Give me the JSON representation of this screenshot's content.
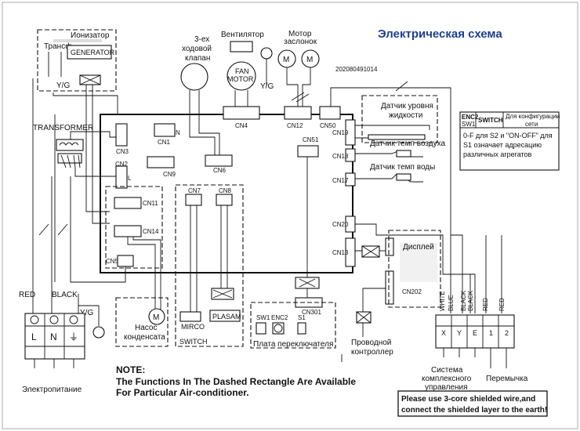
{
  "title": "Электрическая схема",
  "code": "202080491014",
  "labels": {
    "ionizer": "Ионизатор",
    "transf": "Трансф",
    "generator": "GENERATOR",
    "yg": "Y/G",
    "valve3": [
      "3-ех",
      "ходовой",
      "клапан"
    ],
    "fan": "Вентилятор",
    "fan_motor": [
      "FAN",
      "MOTOR"
    ],
    "damper_motor": [
      "Мотор",
      "заслонок"
    ],
    "m": "M",
    "transformer": "TRANSFORMER",
    "level_sensor": [
      "Датчик уровня",
      "жидкости"
    ],
    "air_sensor": "Датчик темп воздуха",
    "water_sensor": "Датчик темп воды",
    "display": "Дисплей",
    "pump": [
      "Насос",
      "конденсата"
    ],
    "mirco": "MIRCO",
    "switch": "SWITCH",
    "plasma": "PLASAM",
    "switch_board": "Плата переключателя",
    "wired_controller": [
      "Проводной",
      "контроллер"
    ],
    "control_system": [
      "Система",
      "комплексного",
      "управления"
    ],
    "jumper": "Перемычка",
    "power": "Электропитание",
    "red": "RED",
    "black": "BLACK",
    "n_label": "N",
    "l_label": "L"
  },
  "connectors": {
    "cn1": "CN1",
    "cn2": "CN2",
    "cn3": "CN3",
    "cn4": "CN4",
    "cn5": "CN5",
    "cn6": "CN6",
    "cn7": "CN7",
    "cn8": "CN8",
    "cn9": "CN9",
    "cn11": "CN11",
    "cn12": "CN12",
    "cn13": "CN13",
    "cn14": "CN14",
    "cn17": "CN17",
    "cn18": "CN18",
    "cn19": "CN19",
    "cn20": "CN20",
    "cn50": "CN50",
    "cn51": "CN51",
    "cn202": "CN202",
    "cn301": "CN301"
  },
  "switch_labels": {
    "sw1": "SW1",
    "enc2": "ENC2",
    "s1": "S1"
  },
  "config_table": {
    "enc2": "ENC2",
    "sw1": "SW1",
    "switch": "SWITCH",
    "header": [
      "Для конфигурации",
      "сети"
    ],
    "desc": [
      "0-F для S2 и \"ON-OFF\" для",
      "S1 означает адресацию",
      "различных агрегатов"
    ]
  },
  "terminals": {
    "power": [
      "L",
      "N",
      "⏚"
    ],
    "control_wires": [
      "WHITE",
      "BLUE",
      "BLACK",
      "BLACK",
      "RED",
      "RED"
    ],
    "control": [
      "X",
      "Y",
      "E",
      "1",
      "2"
    ]
  },
  "note": {
    "title": "NOTE:",
    "line1": "The Functions In The Dashed Rectangle Are Available",
    "line2": "For Particular Air-conditioner."
  },
  "warning": {
    "line1": "Please use 3-core shielded wire,and",
    "line2": "connect the shielded layer to the earth!"
  }
}
